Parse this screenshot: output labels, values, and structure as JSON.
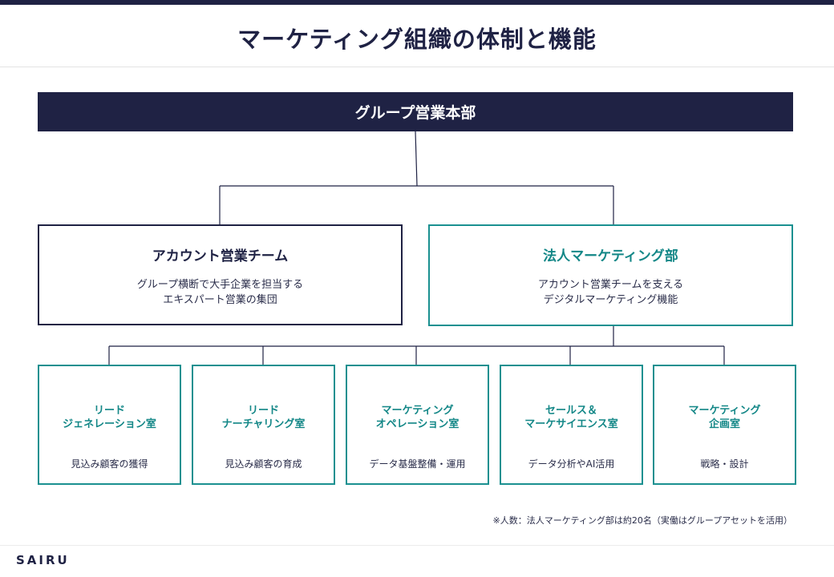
{
  "title": "マーケティング組織の体制と機能",
  "hq": {
    "label": "グループ営業本部"
  },
  "account_team": {
    "title": "アカウント営業チーム",
    "desc_line1": "グループ横断で大手企業を担当する",
    "desc_line2": "エキスパート営業の集団"
  },
  "marketing_dept": {
    "title": "法人マーケティング部",
    "desc_line1": "アカウント営業チームを支える",
    "desc_line2": "デジタルマーケティング機能"
  },
  "sub_units": [
    {
      "title_line1": "リード",
      "title_line2": "ジェネレーション室",
      "desc": "見込み顧客の獲得"
    },
    {
      "title_line1": "リード",
      "title_line2": "ナーチャリング室",
      "desc": "見込み顧客の育成"
    },
    {
      "title_line1": "マーケティング",
      "title_line2": "オペレーション室",
      "desc": "データ基盤整備・運用"
    },
    {
      "title_line1": "セールス＆",
      "title_line2": "マーケサイエンス室",
      "desc": "データ分析やAI活用"
    },
    {
      "title_line1": "マーケティング",
      "title_line2": "企画室",
      "desc": "戦略・設計"
    }
  ],
  "footnote": "※人数：法人マーケティング部は約20名（実働はグループアセットを活用）",
  "logo": "SAIRU",
  "colors": {
    "navy": "#1f2244",
    "teal": "#1a9090"
  }
}
